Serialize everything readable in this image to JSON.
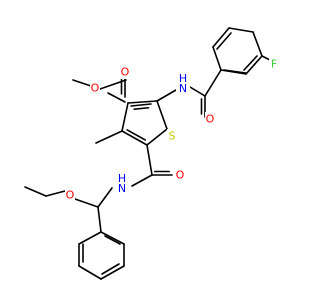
{
  "colors": {
    "carbon_bond": "#000000",
    "O": "#ff0000",
    "N": "#0000ff",
    "S": "#cccc00",
    "F": "#33cc33",
    "background": "#ffffff"
  },
  "atom_labels": [
    {
      "id": "o_ester_carbonyl",
      "text": "O",
      "element": "O"
    },
    {
      "id": "o_ester_single",
      "text": "O",
      "element": "O"
    },
    {
      "id": "n_amide_top",
      "text": "H",
      "element": "N",
      "prefix": "N"
    },
    {
      "id": "o_amide_top",
      "text": "O",
      "element": "O"
    },
    {
      "id": "f_fluoro",
      "text": "F",
      "element": "F"
    },
    {
      "id": "s_thiophene",
      "text": "S",
      "element": "S"
    },
    {
      "id": "o_amide_bottom",
      "text": "O",
      "element": "O"
    },
    {
      "id": "n_amide_bottom",
      "text": "H",
      "element": "N",
      "prefix": "N"
    },
    {
      "id": "o_ether",
      "text": "O",
      "element": "O"
    }
  ]
}
